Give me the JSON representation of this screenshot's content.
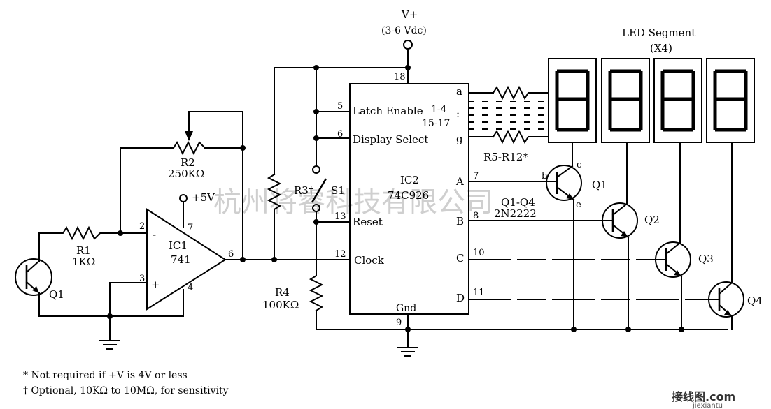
{
  "supply": {
    "label": "V+",
    "range": "(3-6 Vdc)",
    "plus5": "+5V"
  },
  "ic1": {
    "name": "IC1",
    "part": "741",
    "pin2": "2",
    "pin3": "3",
    "pin4": "4",
    "pin6": "6",
    "pin7": "7",
    "minus": "-",
    "plus": "+"
  },
  "ic2": {
    "name": "IC2",
    "part": "74C926",
    "pin_latch_num": "5",
    "pin_latch": "Latch Enable",
    "pin_display_num": "6",
    "pin_display": "Display Select",
    "pin_reset_num": "13",
    "pin_reset": "Reset",
    "pin_clock_num": "12",
    "pin_clock": "Clock",
    "pin_vcc_num": "18",
    "pin_gnd_num": "9",
    "pin_gnd": "Gnd",
    "seg_a": "a",
    "seg_g": "g",
    "seg_pins_1": "1-4",
    "seg_pins_2": "15-17",
    "out_a": "A",
    "out_b": "B",
    "out_c": "C",
    "out_d": "D",
    "out_a_num": "7",
    "out_b_num": "8",
    "out_c_num": "10",
    "out_d_num": "11"
  },
  "components": {
    "r1": {
      "name": "R1",
      "value": "1KΩ"
    },
    "r2": {
      "name": "R2",
      "value": "250KΩ"
    },
    "r3": {
      "name": "R3†"
    },
    "s1": {
      "name": "S1"
    },
    "r4": {
      "name": "R4",
      "value": "100KΩ"
    },
    "r5": {
      "name": "R5-R12*"
    },
    "q_sensor": {
      "name": "Q1"
    },
    "q_drivers": {
      "name": "Q1-Q4",
      "part": "2N2222"
    },
    "q1": {
      "name": "Q1",
      "b": "b",
      "c": "c",
      "e": "e"
    },
    "q2": {
      "name": "Q2"
    },
    "q3": {
      "name": "Q3"
    },
    "q4": {
      "name": "Q4"
    }
  },
  "led": {
    "title": "LED Segment",
    "count": "(X4)"
  },
  "notes": {
    "note1": "* Not required if +V is 4V or less",
    "note2": "† Optional, 10KΩ to 10MΩ, for sensitivity"
  },
  "watermark": {
    "text": "杭州将睿科技有限公司",
    "site": "接线图.com",
    "site_small": "jiexiantu"
  }
}
